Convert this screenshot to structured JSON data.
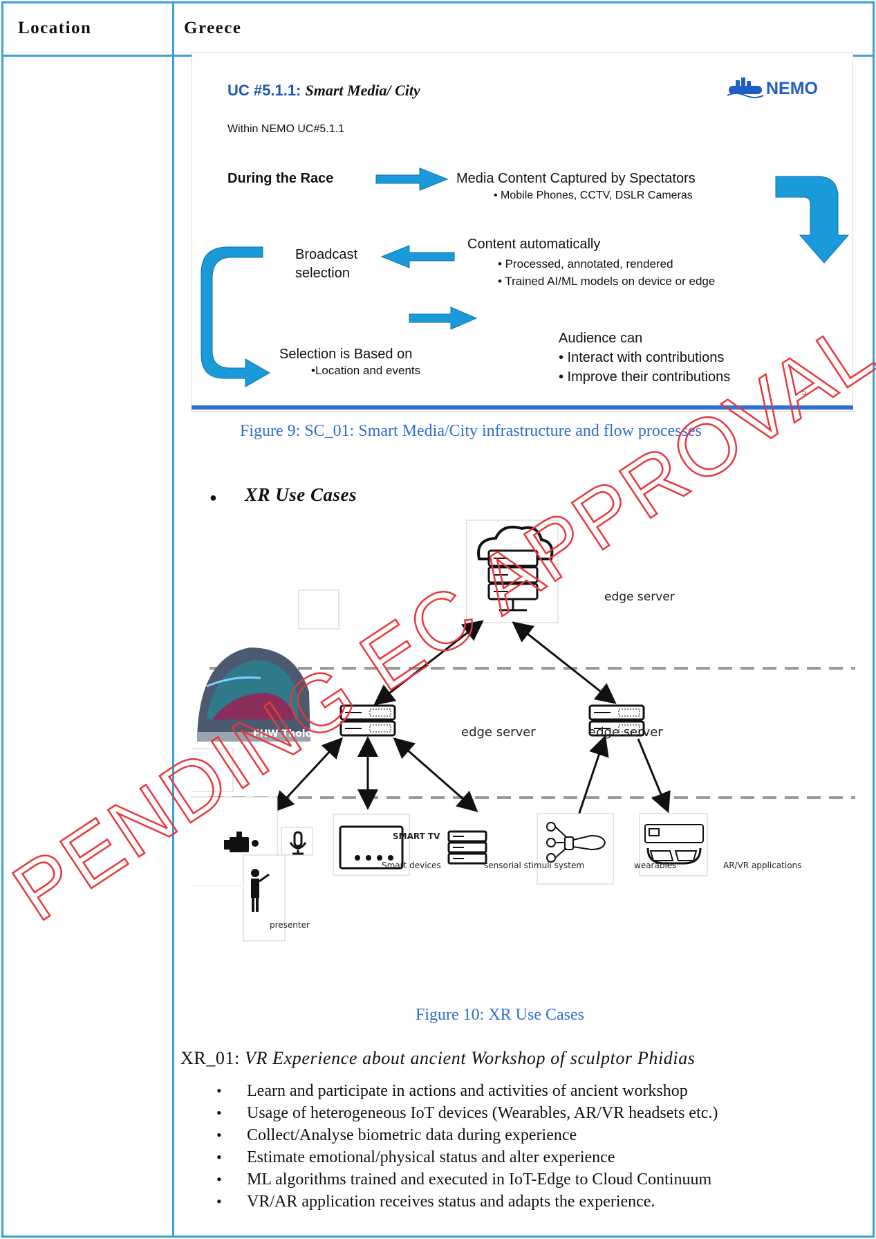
{
  "table": {
    "header_left": "Location",
    "header_right": "Greece"
  },
  "slide": {
    "title_prefix": "UC #5.1.1:",
    "title_italic": "Smart Media/ City",
    "logo_text": "NEMO",
    "intro": "Within NEMO UC#5.1.1",
    "during_race": "During the Race",
    "media_content": "Media Content Captured by Spectators",
    "media_devices": "• Mobile Phones, CCTV, DSLR Cameras",
    "content_auto": "Content automatically",
    "content_b1": "• Processed, annotated, rendered",
    "content_b2": "• Trained AI/ML models on device or edge",
    "broadcast_1": "Broadcast",
    "broadcast_2": "selection",
    "selection_1": "Selection is Based on",
    "selection_2": "•Location and events",
    "audience_1": "Audience can",
    "audience_2": "• Interact with contributions",
    "audience_3": "• Improve their contributions",
    "page_number": "5",
    "accent_color": "#1a9ad9"
  },
  "figure9_caption": "Figure 9: SC_01: Smart Media/City infrastructure and flow processes",
  "section_title": "XR Use Cases",
  "diagram": {
    "top_server_label": "edge server",
    "left_server_label": "edge server",
    "right_server_label": "edge server",
    "tholos_label": "FHW Tholos",
    "smarttv_label": "SMART TV",
    "smart_devices": "Smart devices",
    "sensorial": "sensorial stimuli system",
    "wearables": "wearables",
    "arvr": "AR/VR applications",
    "presenter": "presenter",
    "icons": [
      "cloud-server-icon",
      "server-icon",
      "video-camera-icon",
      "microphone-icon",
      "presenter-icon",
      "smart-tv-icon",
      "wearable-hand-icon",
      "vr-headset-icon"
    ]
  },
  "figure10_caption": "Figure 10:  XR Use Cases",
  "xr01": {
    "id": "XR_01: ",
    "title": "VR Experience about ancient Workshop of sculptor Phidias",
    "bullets": [
      "Learn and participate in actions and activities of ancient  workshop",
      "Usage of heterogeneous IoT devices (Wearables, AR/VR headsets etc.)",
      "Collect/Analyse biometric data  during experience",
      "Estimate emotional/physical status and alter experience",
      "ML algorithms trained and executed in IoT-Edge to Cloud Continuum",
      "VR/AR application receives status and adapts the experience."
    ]
  },
  "watermark": {
    "text": "PENDING EC APPROVAL",
    "color": "#e8383b"
  }
}
